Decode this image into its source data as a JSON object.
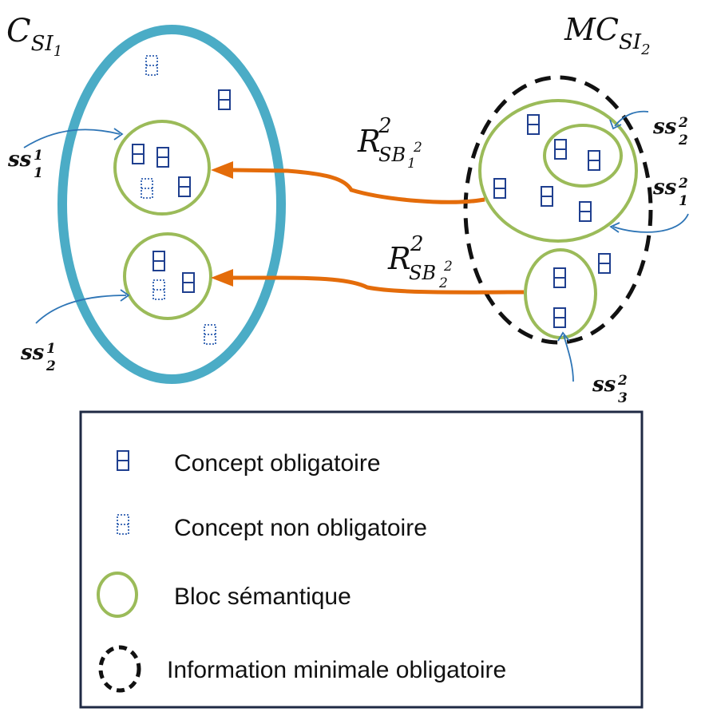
{
  "colors": {
    "system_ellipse": "#4bacc6",
    "semantic_block": "#9bbb59",
    "arrow": "#e46c0a",
    "concept": "#1f3f8f",
    "pointer": "#2e75b6",
    "minimal_info": "#111111",
    "legend_border": "#1f2a44"
  },
  "labels": {
    "c_si1": {
      "base": "C",
      "sub": "SI",
      "subsub": "1"
    },
    "mc_si2": {
      "base": "MC",
      "sub": "SI",
      "subsub": "2"
    },
    "r1": {
      "base": "R",
      "sup": "2",
      "sub": "SB",
      "subsub": "1",
      "subsup": "2"
    },
    "r2": {
      "base": "R",
      "sup": "2",
      "sub": "SB",
      "subsub": "2",
      "subsup": "2"
    },
    "ss1_1": {
      "base": "ss",
      "sub": "1",
      "sup": "1"
    },
    "ss1_2": {
      "base": "ss",
      "sub": "2",
      "sup": "1"
    },
    "ss2_1": {
      "base": "ss",
      "sub": "1",
      "sup": "2"
    },
    "ss2_2": {
      "base": "ss",
      "sub": "2",
      "sup": "2"
    },
    "ss2_3": {
      "base": "ss",
      "sub": "3",
      "sup": "2"
    }
  },
  "legend": {
    "mandatory_concept": "Concept obligatoire",
    "optional_concept": "Concept non obligatoire",
    "semantic_block": "Bloc sémantique",
    "minimal_info": "Information minimale obligatoire"
  }
}
